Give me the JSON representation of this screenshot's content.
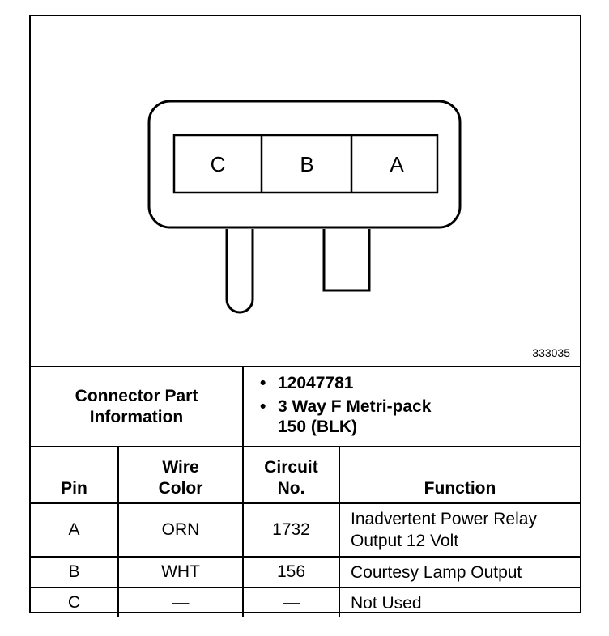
{
  "figure": {
    "pins_on_connector": [
      "C",
      "B",
      "A"
    ],
    "figure_number": "333035"
  },
  "connector_info": {
    "label_line1": "Connector Part",
    "label_line2": "Information",
    "items": [
      {
        "line1": "12047781",
        "line2": ""
      },
      {
        "line1": "3 Way F Metri-pack",
        "line2": "150 (BLK)"
      }
    ]
  },
  "table": {
    "headers": {
      "pin": "Pin",
      "wire_color_1": "Wire",
      "wire_color_2": "Color",
      "circuit_1": "Circuit",
      "circuit_2": "No.",
      "function": "Function"
    },
    "rows": [
      {
        "pin": "A",
        "wire_color": "ORN",
        "circuit": "1732",
        "function_1": "Inadvertent Power Relay",
        "function_2": "Output 12 Volt"
      },
      {
        "pin": "B",
        "wire_color": "WHT",
        "circuit": "156",
        "function_1": "Courtesy Lamp Output",
        "function_2": ""
      },
      {
        "pin": "C",
        "wire_color": "—",
        "circuit": "—",
        "function_1": "Not Used",
        "function_2": ""
      }
    ]
  }
}
